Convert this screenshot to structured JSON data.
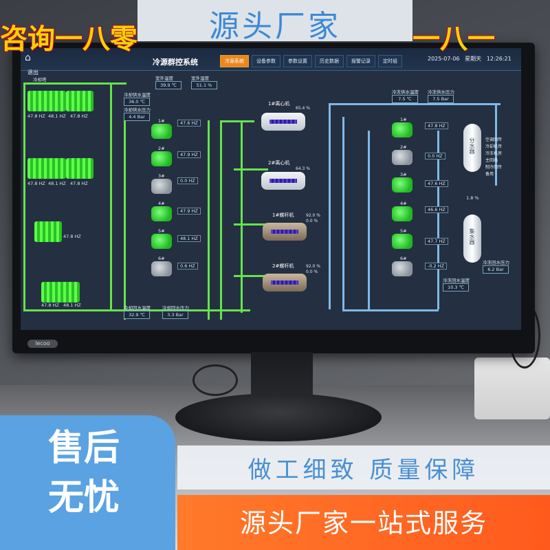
{
  "overlay": {
    "top_banner": "源头厂家",
    "marquee_left": "咨询一八零",
    "marquee_right": "一八一",
    "badge_line1": "售后",
    "badge_line2": "无忧",
    "strip_light": "做工细致  质量保障",
    "strip_orange": "源头厂家一站式服务"
  },
  "monitor": {
    "brand_logo": "lecoo"
  },
  "screen": {
    "home_icon": "home-icon",
    "exit_label": "退出",
    "system_title": "冷源群控系统",
    "nav_tabs": [
      {
        "label": "冷源系统",
        "active": true
      },
      {
        "label": "设备参数",
        "active": false
      },
      {
        "label": "参数设置",
        "active": false
      },
      {
        "label": "历史数据",
        "active": false
      },
      {
        "label": "报警记录",
        "active": false
      },
      {
        "label": "定时组",
        "active": false
      }
    ],
    "date": "2025-07-06",
    "weekday": "星期天",
    "time": "12:26:21",
    "cooling_tower_label": "冷却塔",
    "top_values": {
      "outdoor_temp_label": "室外温度",
      "outdoor_temp": "39.9 ℃",
      "outdoor_humidity_label": "室外湿度",
      "outdoor_humidity": "51.1 %",
      "cw_supply_temp_label": "冷却供水温度",
      "cw_supply_temp": "36.0 ℃",
      "cw_supply_press_label": "冷却供水压力",
      "cw_supply_press": "4.4 Bar",
      "chw_supply_temp_label": "冷冻供水温度",
      "chw_supply_temp": "7.5 ℃",
      "chw_supply_press_label": "冷冻供水压力",
      "chw_supply_press": "7.5 Bar"
    },
    "towers": [
      {
        "hz": [
          "47.8 HZ",
          "48.1 HZ",
          "47.8 HZ"
        ]
      },
      {
        "hz": [
          "47.8 HZ",
          "48.1 HZ",
          "47.8 HZ"
        ]
      },
      {
        "hz": [
          "47.8 HZ"
        ]
      },
      {
        "hz": [
          "47.8 HZ",
          "48.1 HZ"
        ]
      }
    ],
    "cooling_pumps": [
      {
        "num": "1#",
        "hz": "47.6 HZ",
        "on": true
      },
      {
        "num": "2#",
        "hz": "47.9 HZ",
        "on": true
      },
      {
        "num": "3#",
        "hz": "0.0 HZ",
        "on": false
      },
      {
        "num": "4#",
        "hz": "47.9 HZ",
        "on": true
      },
      {
        "num": "5#",
        "hz": "48.1 HZ",
        "on": true
      },
      {
        "num": "6#",
        "hz": "0.6 HZ",
        "on": false
      }
    ],
    "chillers": [
      {
        "name": "1#离心机",
        "val1": "65.4 %",
        "type": "centrifugal"
      },
      {
        "name": "2#离心机",
        "val1": "64.3 %",
        "type": "centrifugal"
      },
      {
        "name": "1#螺杆机",
        "val1": "92.0 %",
        "val2": "0.0 %",
        "type": "screw"
      },
      {
        "name": "2#螺杆机",
        "val1": "92.0 %",
        "val2": "0.0 %",
        "type": "screw"
      }
    ],
    "chilled_pumps": [
      {
        "num": "1#",
        "hz": "47.8 HZ",
        "on": true
      },
      {
        "num": "2#",
        "hz": "0.0 HZ",
        "on": false
      },
      {
        "num": "3#",
        "hz": "47.6 HZ",
        "on": true
      },
      {
        "num": "4#",
        "hz": "46.6 HZ",
        "on": true
      },
      {
        "num": "5#",
        "hz": "47.7 HZ",
        "on": true
      },
      {
        "num": "6#",
        "hz": "-0.2 HZ",
        "on": false
      }
    ],
    "tanks": {
      "supply": "分水器",
      "return": "集水器"
    },
    "legend": [
      "空调回传",
      "冷却机传",
      "冷冻机房",
      "主回路",
      "制冷回传",
      "备用"
    ],
    "bypass_value": "1.8 %",
    "bottom_values": {
      "cw_return_temp_label": "冷却回水温度",
      "cw_return_temp": "32.9 ℃",
      "cw_return_press_label": "冷却回水压力",
      "cw_return_press": "3.3 Bar",
      "chw_return_temp_label": "冷冻回水温度",
      "chw_return_temp": "10.3 ℃",
      "chw_return_press_label": "冷冻回水压力",
      "chw_return_press": "6.2 Bar"
    }
  }
}
